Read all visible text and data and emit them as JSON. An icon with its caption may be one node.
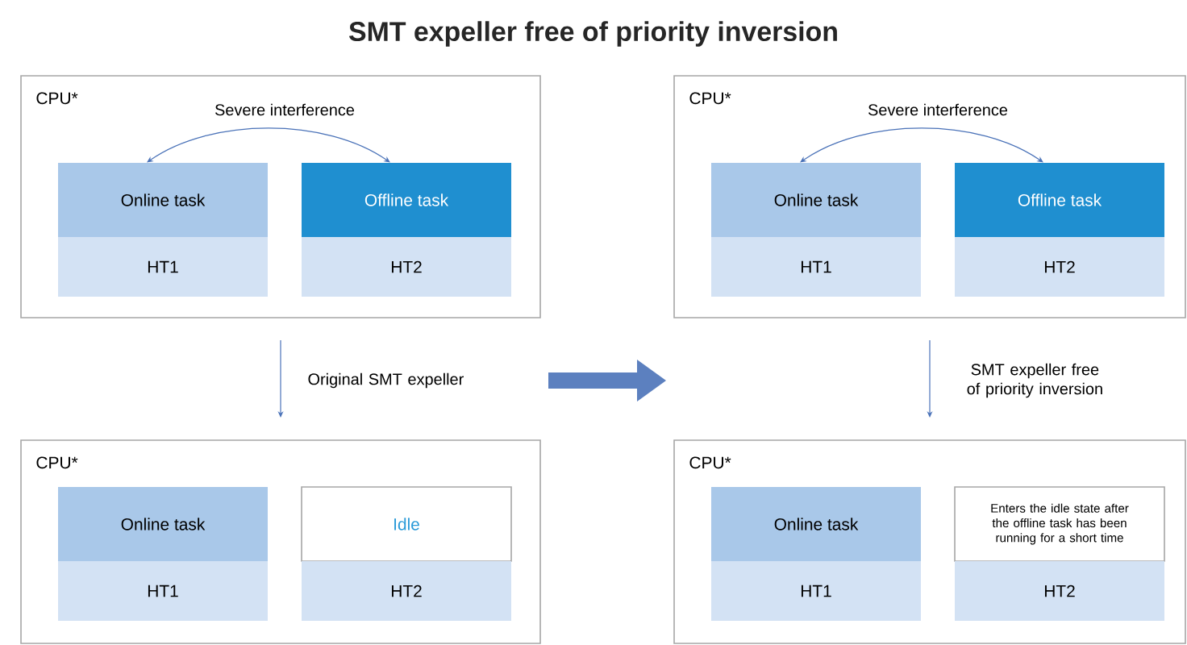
{
  "diagram": {
    "title": "SMT expeller free of priority inversion",
    "nodes": [
      {
        "text": [
          "CPU*"
        ]
      },
      {
        "text": [
          "Online task"
        ],
        "in": 0
      },
      {
        "text": [
          "HT1"
        ],
        "in": 0
      },
      {
        "text": [
          "Offline task"
        ],
        "in": 0
      },
      {
        "text": [
          "HT2"
        ],
        "in": 0
      },
      {
        "text": [
          "CPU*"
        ]
      },
      {
        "text": [
          "Online task"
        ],
        "in": 5
      },
      {
        "text": [
          "HT1"
        ],
        "in": 5
      },
      {
        "text": [
          "Offline task"
        ],
        "in": 5
      },
      {
        "text": [
          "HT2"
        ],
        "in": 5
      },
      {
        "text": [
          "CPU*"
        ]
      },
      {
        "text": [
          "Online task"
        ],
        "in": 10
      },
      {
        "text": [
          "HT1"
        ],
        "in": 10
      },
      {
        "text": [
          "Idle"
        ],
        "in": 10
      },
      {
        "text": [
          "HT2"
        ],
        "in": 10
      },
      {
        "text": [
          "CPU*"
        ]
      },
      {
        "text": [
          "Online task"
        ],
        "in": 15
      },
      {
        "text": [
          "HT1"
        ],
        "in": 15
      },
      {
        "text": [
          "Enters the idle state after the offline task has been running for a short time"
        ],
        "in": 15
      },
      {
        "text": [
          "HT2"
        ],
        "in": 15
      }
    ],
    "edges": [
      {
        "from": 1,
        "to": 3,
        "arrow": "both",
        "label": "Severe interference"
      },
      {
        "from": 6,
        "to": 8,
        "arrow": "both",
        "label": "Severe interference"
      },
      {
        "from": 0,
        "to": 10,
        "arrow": "to",
        "label": "Original SMT expeller"
      },
      {
        "from": 5,
        "to": 15,
        "arrow": "to",
        "label": "SMT expeller free of priority inversion"
      }
    ]
  }
}
